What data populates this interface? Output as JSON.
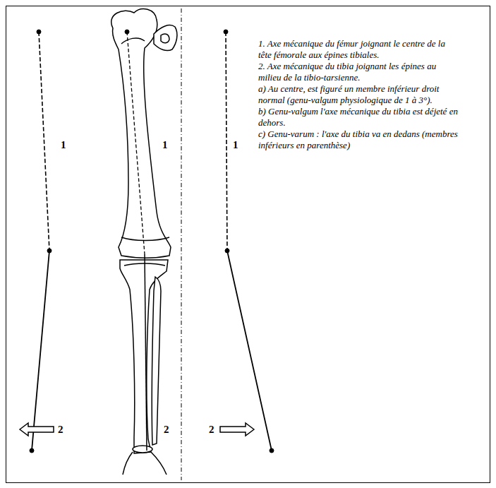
{
  "diagram": {
    "labels": [
      "1. Axe mécanique du fémur joignant le centre de la tête fémorale aux épines tibiales.",
      "2. Axe mécanique du tibia joignant les épines au milieu de la tibio-tarsienne.",
      "a) Au centre, est figuré un membre inférieur droit normal (genu-valgum physiologique de 1 à 3°).",
      "b) Genu-valgum l'axe mécanique du tibia est déjeté en dehors.",
      "c) Genu-varum : l'axe du tibia va en dedans (membres inférieurs en parenthèse)",
      "1",
      "2",
      "1",
      "2",
      "1",
      "2"
    ]
  }
}
